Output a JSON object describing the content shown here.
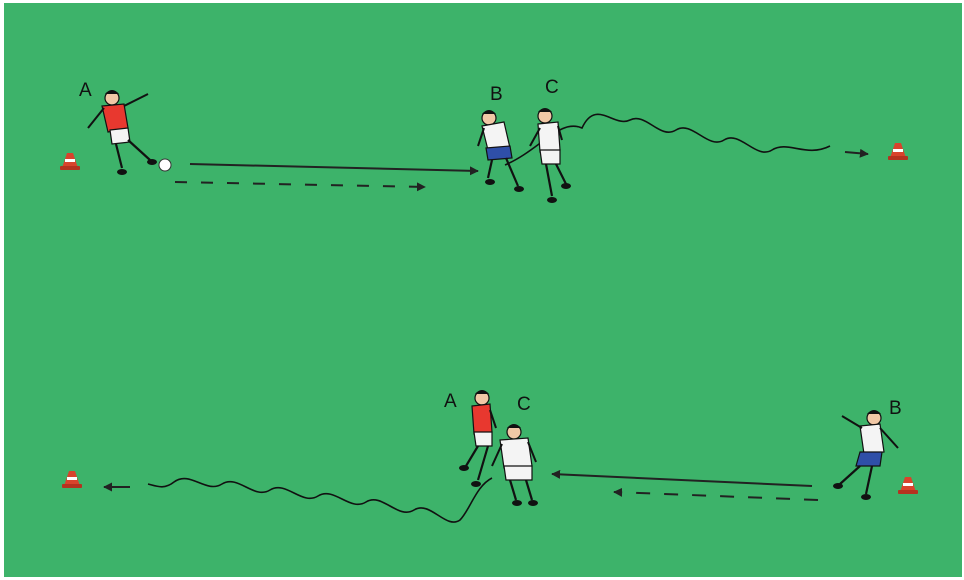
{
  "colors": {
    "pitch": "#3db36a",
    "team_red": "#e8382f",
    "team_white": "#f4f4f4",
    "shorts_blue": "#2f4fa8",
    "cone": "#d9432c",
    "line": "#111111"
  },
  "diagram": {
    "top_drill": {
      "labels": {
        "player_a": "A",
        "player_b": "B",
        "player_c": "C"
      }
    },
    "bottom_drill": {
      "labels": {
        "player_a": "A",
        "player_b": "B",
        "player_c": "C"
      }
    }
  }
}
